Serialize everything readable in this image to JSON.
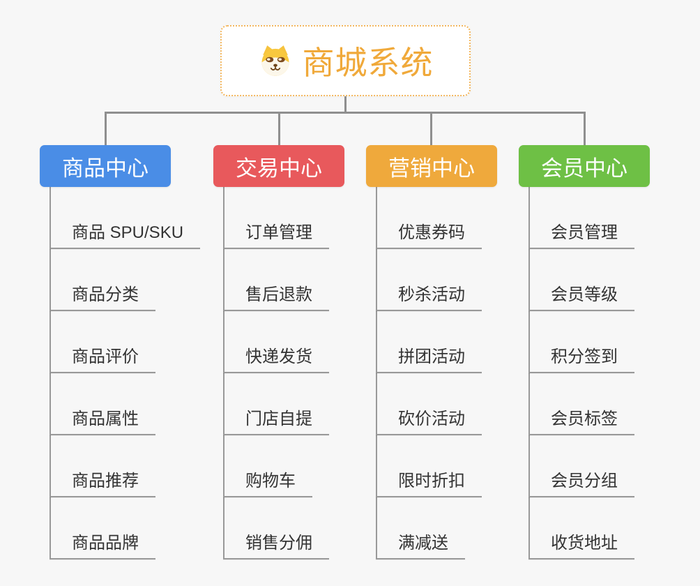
{
  "page": {
    "background_color": "#f7f7f7",
    "connector_color": "#8f8f8f"
  },
  "root": {
    "title": "商城系统",
    "icon": "dog-face-icon",
    "text_color": "#f0a93a",
    "border_color": "#f3b75f"
  },
  "branches": [
    {
      "label": "商品中心",
      "color": "#4a8de6",
      "children": [
        "商品 SPU/SKU",
        "商品分类",
        "商品评价",
        "商品属性",
        "商品推荐",
        "商品品牌"
      ]
    },
    {
      "label": "交易中心",
      "color": "#e8595c",
      "children": [
        "订单管理",
        "售后退款",
        "快递发货",
        "门店自提",
        "购物车",
        "销售分佣"
      ]
    },
    {
      "label": "营销中心",
      "color": "#efa93c",
      "children": [
        "优惠券码",
        "秒杀活动",
        "拼团活动",
        "砍价活动",
        "限时折扣",
        "满减送"
      ]
    },
    {
      "label": "会员中心",
      "color": "#6ec045",
      "children": [
        "会员管理",
        "会员等级",
        "积分签到",
        "会员标签",
        "会员分组",
        "收货地址"
      ]
    }
  ]
}
